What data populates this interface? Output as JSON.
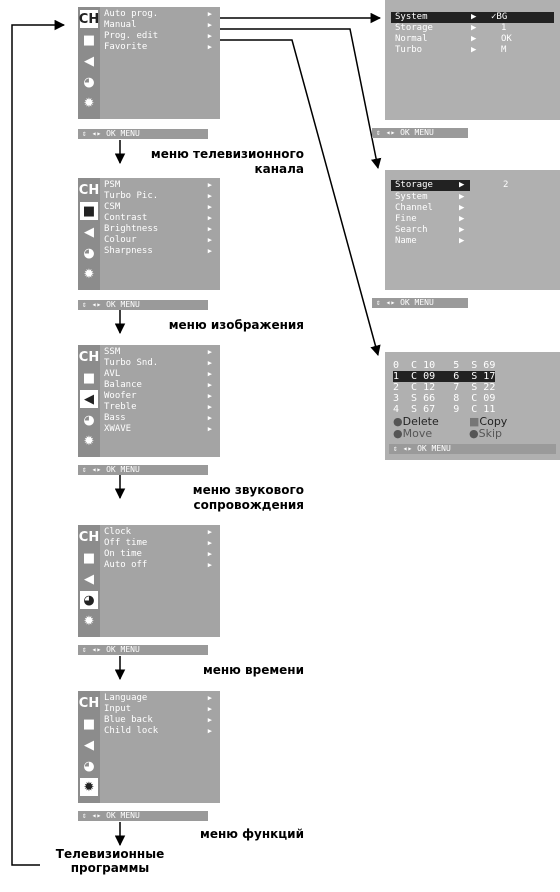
{
  "menus": [
    {
      "items": [
        {
          "label": "Auto prog."
        },
        {
          "label": "Manual"
        },
        {
          "label": "Prog. edit"
        },
        {
          "label": "Favorite"
        }
      ],
      "selected_icon": 0,
      "bar": "⇕ ◂▸ OK MENU",
      "caption": "меню телевизионного канала"
    },
    {
      "items": [
        {
          "label": "PSM"
        },
        {
          "label": "Turbo Pic."
        },
        {
          "label": "CSM"
        },
        {
          "label": "Contrast"
        },
        {
          "label": "Brightness"
        },
        {
          "label": "Colour"
        },
        {
          "label": "Sharpness"
        }
      ],
      "selected_icon": 1,
      "bar": "⇕ ◂▸ OK MENU",
      "caption": "меню изображения"
    },
    {
      "items": [
        {
          "label": "SSM"
        },
        {
          "label": "Turbo Snd."
        },
        {
          "label": "AVL"
        },
        {
          "label": "Balance"
        },
        {
          "label": "Woofer"
        },
        {
          "label": "Treble"
        },
        {
          "label": "Bass"
        },
        {
          "label": "XWAVE"
        }
      ],
      "selected_icon": 2,
      "bar": "⇕ ◂▸ OK MENU",
      "caption": "меню звукового сопровождения"
    },
    {
      "items": [
        {
          "label": "Clock"
        },
        {
          "label": "Off time"
        },
        {
          "label": "On time"
        },
        {
          "label": "Auto off"
        }
      ],
      "selected_icon": 3,
      "bar": "⇕ ◂▸ OK MENU",
      "caption": "меню времени"
    },
    {
      "items": [
        {
          "label": "Language"
        },
        {
          "label": "Input"
        },
        {
          "label": "Blue back"
        },
        {
          "label": "Child lock"
        }
      ],
      "selected_icon": 4,
      "bar": "⇕ ◂▸ OK MENU",
      "caption": "меню функций"
    }
  ],
  "icons": {
    "ch": "CH",
    "picture": "■",
    "sound": "◀",
    "clock": "◕",
    "gear": "✹"
  },
  "auto_prog_panel": {
    "rows": [
      {
        "label": "System",
        "value": "✓BG"
      },
      {
        "label": "Storage",
        "value": "1"
      },
      {
        "label": "Normal",
        "value": "OK"
      },
      {
        "label": "Turbo",
        "value": "M"
      }
    ],
    "bar": "⇕ ◂▸ OK MENU"
  },
  "manual_panel": {
    "rows": [
      {
        "label": "Storage",
        "value": "2"
      },
      {
        "label": "System",
        "value": ""
      },
      {
        "label": "Channel",
        "value": ""
      },
      {
        "label": "Fine",
        "value": ""
      },
      {
        "label": "Search",
        "value": ""
      },
      {
        "label": "Name",
        "value": ""
      }
    ],
    "bar": "⇕ ◂▸ OK MENU"
  },
  "prog_edit_panel": {
    "rows": [
      "0  C 10   5  S 69",
      "1  C 09   6  S 17",
      "2  C 12   7  S 22",
      "3  S 66   8  C 09",
      "4  S 67   9  C 11"
    ],
    "legend": [
      {
        "label": "Delete",
        "bullet": "●"
      },
      {
        "label": "Copy",
        "bullet": "■"
      },
      {
        "label": "Move",
        "bullet": "●"
      },
      {
        "label": "Skip",
        "bullet": "●"
      }
    ],
    "bar": "⇕ ◂▸ OK MENU"
  },
  "bottom_caption": "Телевизионные программы"
}
